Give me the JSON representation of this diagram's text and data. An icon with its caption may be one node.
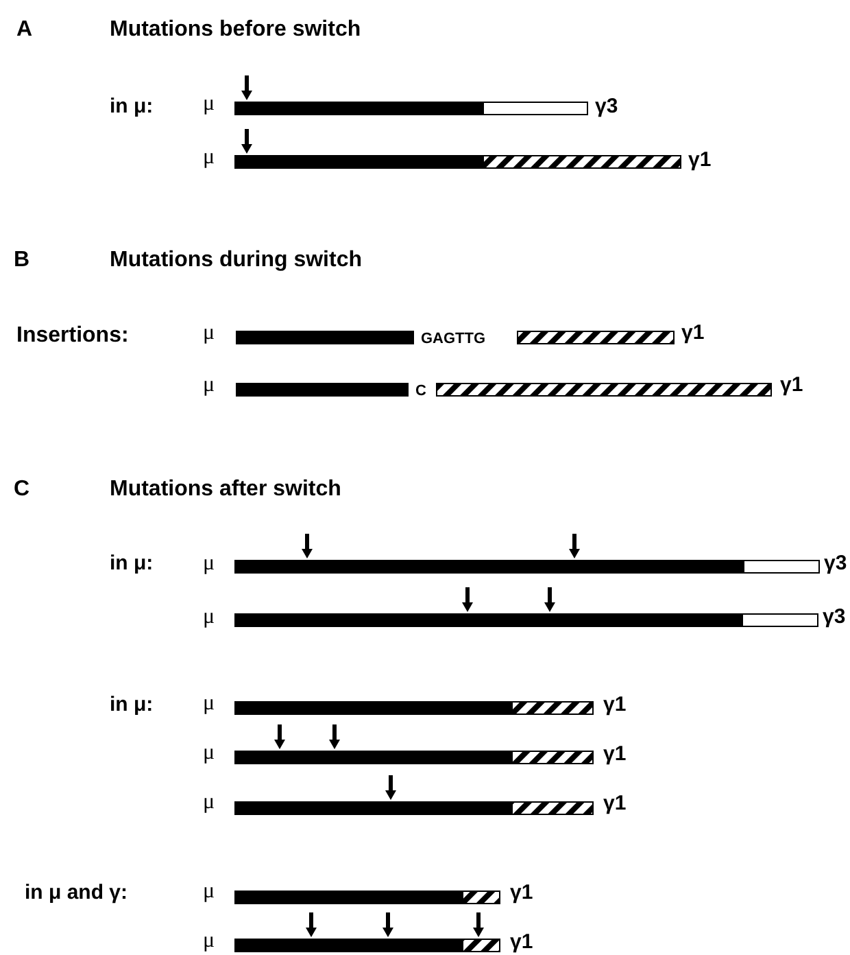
{
  "diagram": {
    "labels": [
      "A",
      "Mutations before switch",
      "in μ:",
      "μ",
      "γ3",
      "μ",
      "γ1",
      "B",
      "Mutations during switch",
      "Insertions:",
      "μ",
      "GAGTTG",
      "γ1",
      "μ",
      "C",
      "γ1",
      "C",
      "Mutations after switch",
      "in μ:",
      "μ",
      "γ3",
      "μ",
      "γ3",
      "in μ:",
      "μ",
      "γ1",
      "μ",
      "γ1",
      "μ",
      "γ1",
      "in μ and γ:",
      "μ",
      "γ1",
      "μ",
      "γ1"
    ]
  }
}
